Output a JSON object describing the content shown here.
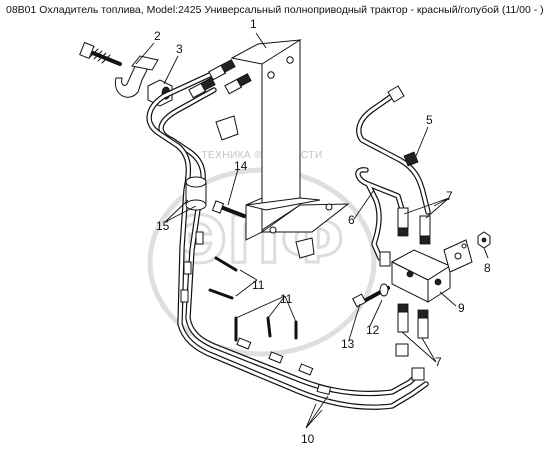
{
  "title": "08B01 Охладитель топлива, Model:2425 Универсальный полноприводный трактор - красный/голубой (11/00 - )",
  "watermark": {
    "caption": "ТЕХНИКА ® ЗАПЧАСТИ",
    "logo": "ЭПФ"
  },
  "callouts": {
    "c1": "1",
    "c2": "2",
    "c3": "3",
    "c5": "5",
    "c6": "6",
    "c7a": "7",
    "c7b": "7",
    "c8": "8",
    "c9": "9",
    "c10": "10",
    "c11a": "11",
    "c11b": "11",
    "c12": "12",
    "c13": "13",
    "c14": "14",
    "c15": "15"
  }
}
